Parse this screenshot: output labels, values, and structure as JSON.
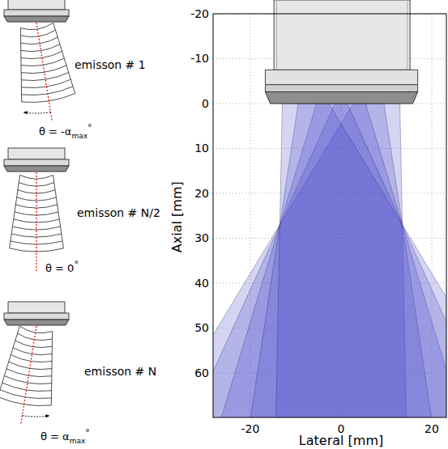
{
  "diagram": {
    "labels": [
      "emisson # 1",
      "θ = -α",
      "max",
      "°",
      "emisson # N/2",
      "θ = 0",
      "°",
      "emisson # N",
      "θ = α",
      "max",
      "°",
      "-20",
      "-10",
      "0",
      "10",
      "20",
      "30",
      "40",
      "50",
      "60",
      "Axial [mm]",
      "-20",
      "0",
      "20",
      "Lateral [mm]"
    ]
  }
}
